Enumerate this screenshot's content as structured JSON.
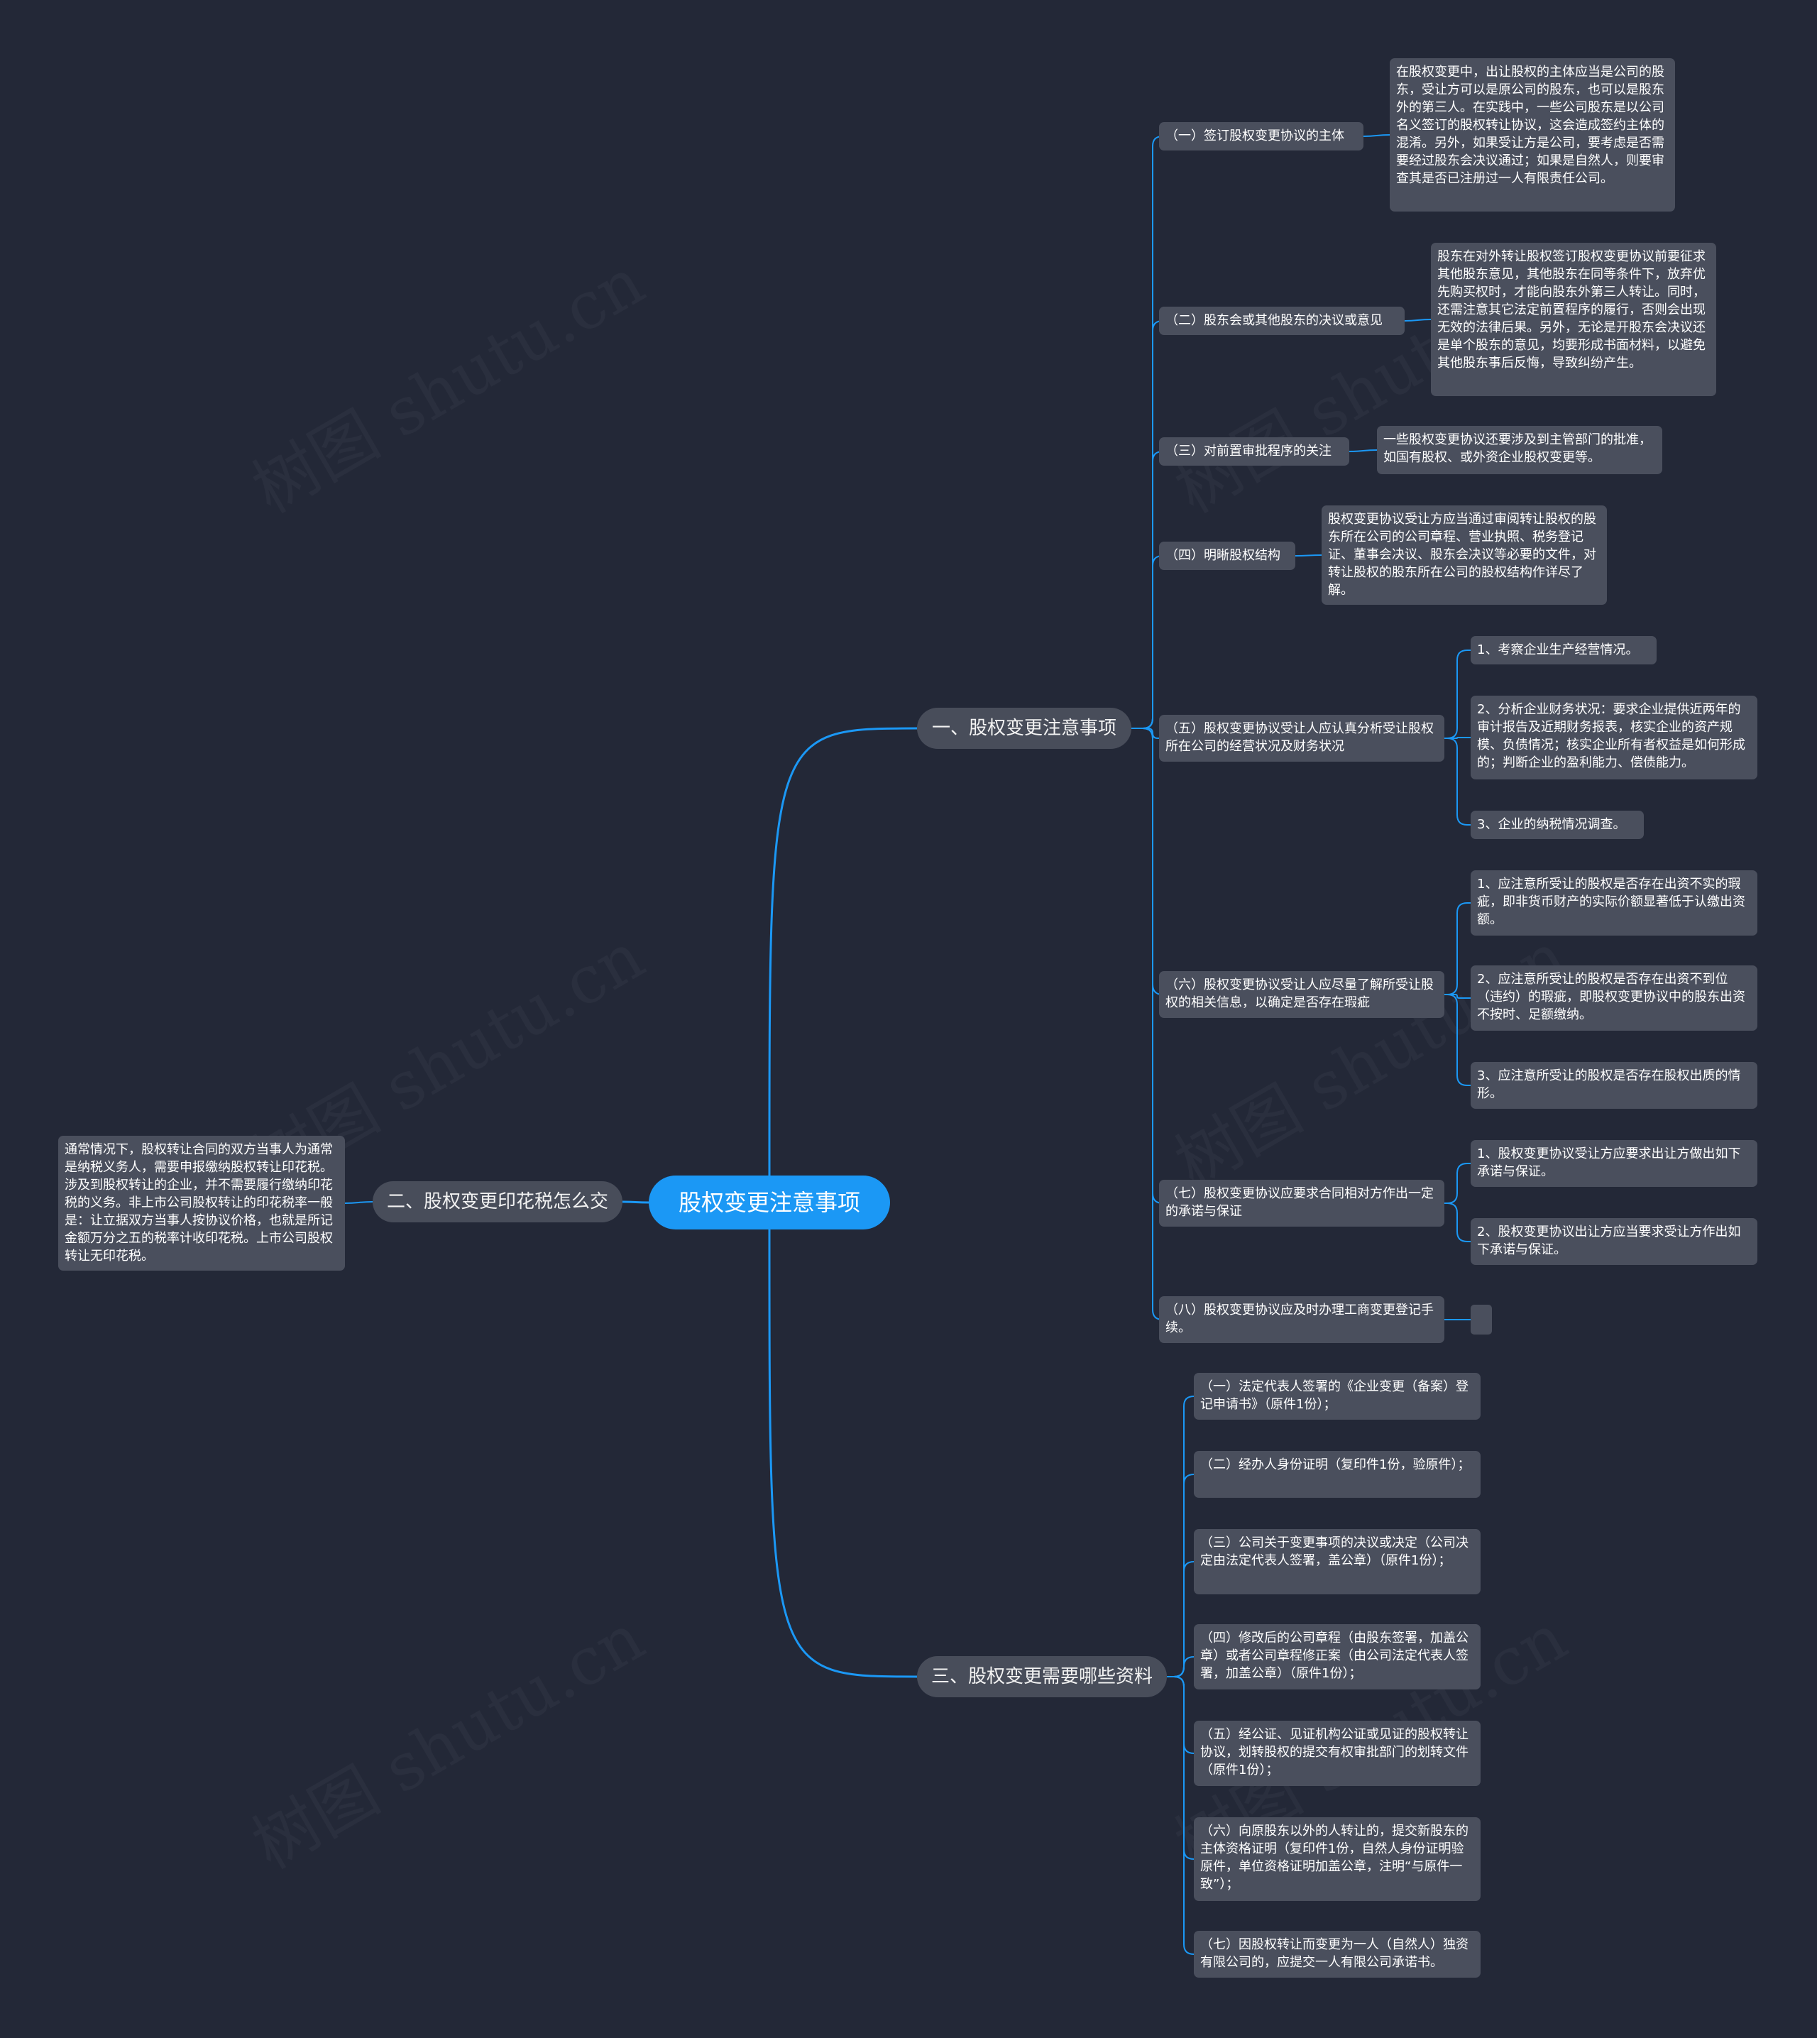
{
  "root": {
    "label": "股权变更注意事项"
  },
  "branches": {
    "b1": {
      "label": "一、股权变更注意事项"
    },
    "b2": {
      "label": "二、股权变更印花税怎么交"
    },
    "b3": {
      "label": "三、股权变更需要哪些资料"
    }
  },
  "b1_items": [
    {
      "label": "（一）签订股权变更协议的主体",
      "details": [
        "在股权变更中，出让股权的主体应当是公司的股东，受让方可以是原公司的股东，也可以是股东外的第三人。在实践中，一些公司股东是以公司名义签订的股权转让协议，这会造成签约主体的混淆。另外，如果受让方是公司，要考虑是否需要经过股东会决议通过；如果是自然人，则要审查其是否已注册过一人有限责任公司。"
      ]
    },
    {
      "label": "（二）股东会或其他股东的决议或意见",
      "details": [
        "股东在对外转让股权签订股权变更协议前要征求其他股东意见，其他股东在同等条件下，放弃优先购买权时，才能向股东外第三人转让。同时，还需注意其它法定前置程序的履行，否则会出现无效的法律后果。另外，无论是开股东会决议还是单个股东的意见，均要形成书面材料，以避免其他股东事后反悔，导致纠纷产生。"
      ]
    },
    {
      "label": "（三）对前置审批程序的关注",
      "details": [
        "一些股权变更协议还要涉及到主管部门的批准，如国有股权、或外资企业股权变更等。"
      ]
    },
    {
      "label": "（四）明晰股权结构",
      "details": [
        "股权变更协议受让方应当通过审阅转让股权的股东所在公司的公司章程、营业执照、税务登记证、董事会决议、股东会决议等必要的文件，对转让股权的股东所在公司的股权结构作详尽了解。"
      ]
    },
    {
      "label": "（五）股权变更协议受让人应认真分析受让股权所在公司的经营状况及财务状况",
      "details": [
        "1、考察企业生产经营情况。",
        "2、分析企业财务状况：要求企业提供近两年的审计报告及近期财务报表，核实企业的资产规模、负债情况；核实企业所有者权益是如何形成的；判断企业的盈利能力、偿债能力。",
        "3、企业的纳税情况调查。"
      ]
    },
    {
      "label": "（六）股权变更协议受让人应尽量了解所受让股权的相关信息，以确定是否存在瑕疵",
      "details": [
        "1、应注意所受让的股权是否存在出资不实的瑕疵，即非货币财产的实际价额显著低于认缴出资额。",
        "2、应注意所受让的股权是否存在出资不到位（违约）的瑕疵，即股权变更协议中的股东出资不按时、足额缴纳。",
        "3、应注意所受让的股权是否存在股权出质的情形。"
      ]
    },
    {
      "label": "（七）股权变更协议应要求合同相对方作出一定的承诺与保证",
      "details": [
        "1、股权变更协议受让方应要求出让方做出如下承诺与保证。",
        "2、股权变更协议出让方应当要求受让方作出如下承诺与保证。"
      ]
    },
    {
      "label": "（八）股权变更协议应及时办理工商变更登记手续。",
      "details": [
        ""
      ]
    }
  ],
  "b2_detail": "通常情况下，股权转让合同的双方当事人为通常是纳税义务人，需要申报缴纳股权转让印花税。涉及到股权转让的企业，并不需要履行缴纳印花税的义务。非上市公司股权转让的印花税率一般是：让立据双方当事人按协议价格，也就是所记金额万分之五的税率计收印花税。上市公司股权转让无印花税。",
  "b3_items": [
    "（一）法定代表人签署的《企业变更（备案）登记申请书》（原件1份）；",
    "（二）经办人身份证明（复印件1份，验原件）；",
    "（三）公司关于变更事项的决议或决定（公司决定由法定代表人签署，盖公章）（原件1份）；",
    "（四）修改后的公司章程（由股东签署，加盖公章）或者公司章程修正案（由公司法定代表人签署，加盖公章）（原件1份）；",
    "（五）经公证、见证机构公证或见证的股权转让协议，划转股权的提交有权审批部门的划转文件（原件1份）；",
    "（六）向原股东以外的人转让的，提交新股东的主体资格证明（复印件1份，自然人身份证明验原件，单位资格证明加盖公章，注明“与原件一致”）；",
    "（七）因股权转让而变更为一人（自然人）独资有限公司的，应提交一人有限公司承诺书。"
  ],
  "watermark": "树图 shutu.cn",
  "colors": {
    "background": "#232837",
    "root": "#1b98f5",
    "node": "#4a4f5d",
    "link": "#1b98f5"
  }
}
